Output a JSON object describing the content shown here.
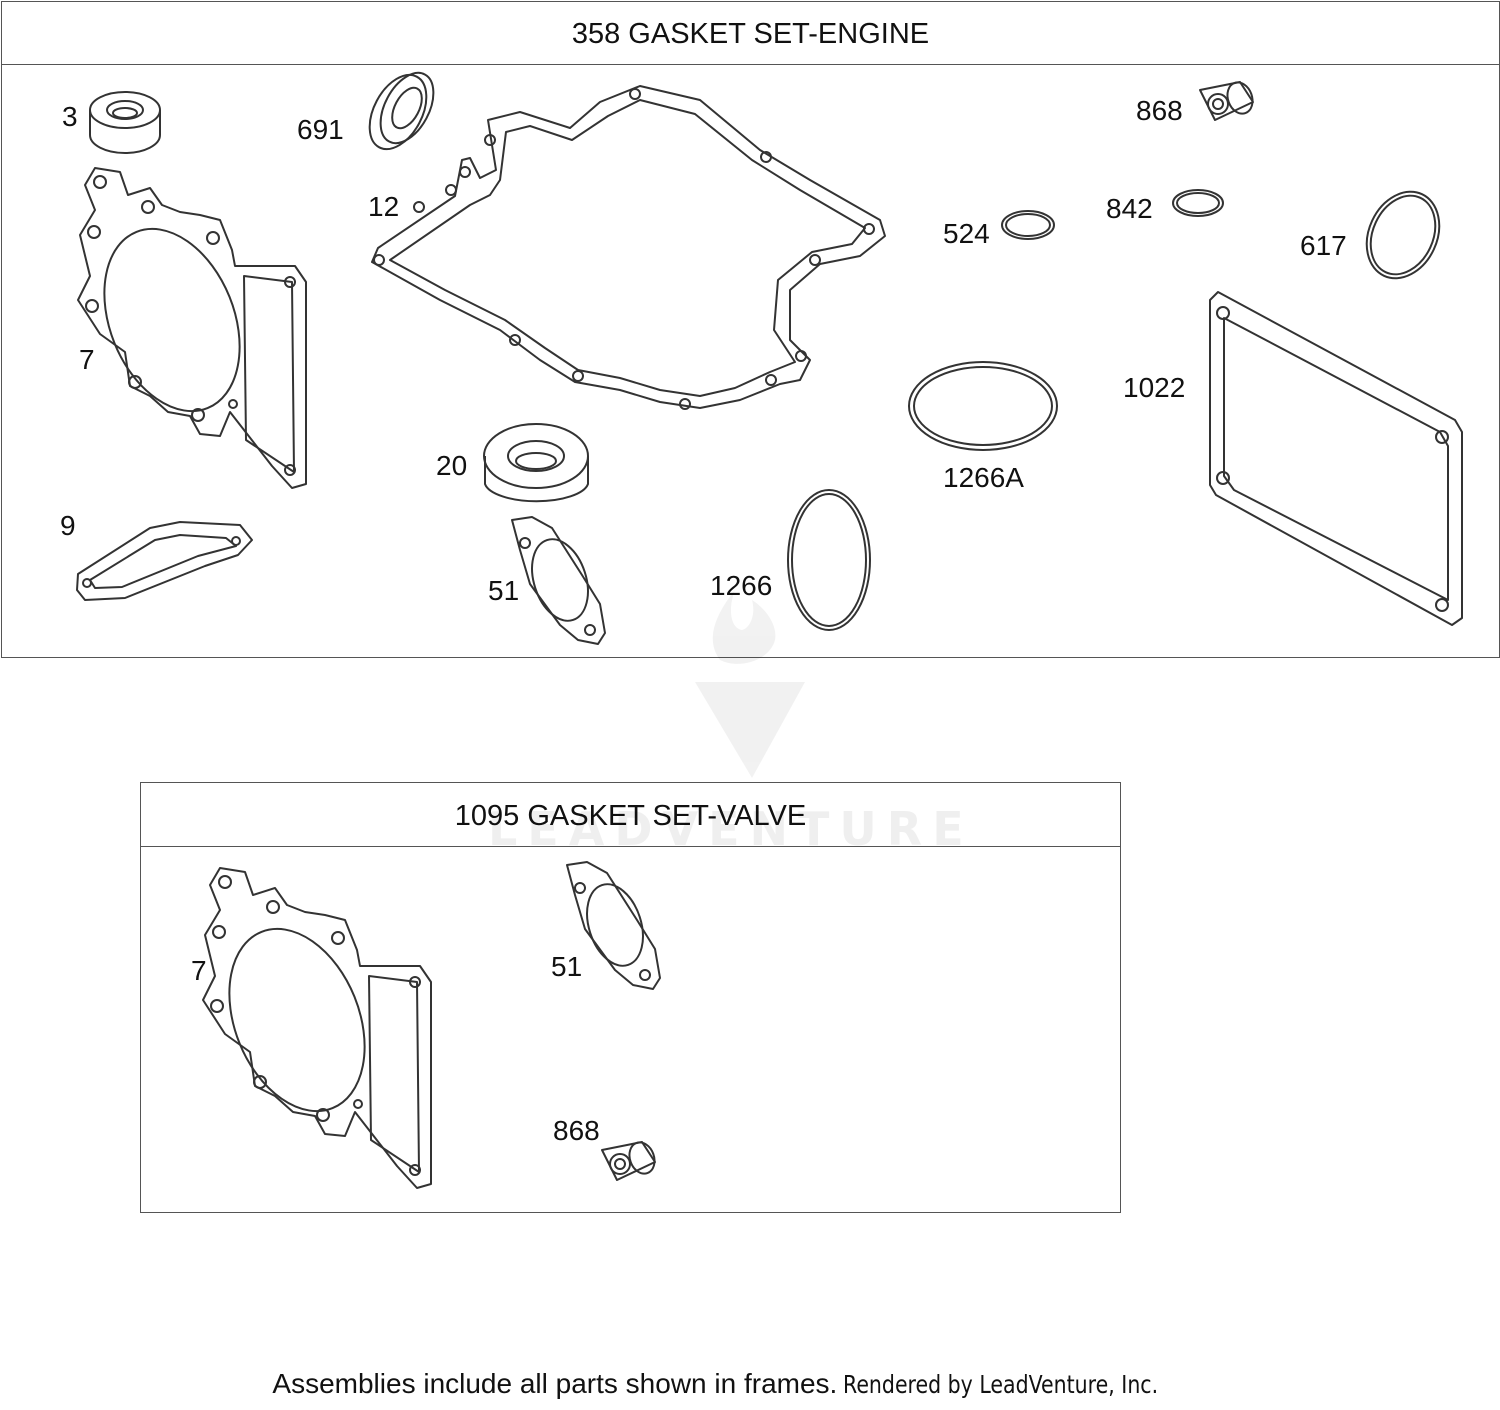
{
  "frames": {
    "engine": {
      "title": "358 GASKET SET-ENGINE"
    },
    "valve": {
      "title": "1095 GASKET SET-VALVE"
    }
  },
  "labels": {
    "p3": "3",
    "p691": "691",
    "p12": "12",
    "p868": "868",
    "p842": "842",
    "p524": "524",
    "p617": "617",
    "p7": "7",
    "p1022": "1022",
    "p1266a": "1266A",
    "p20": "20",
    "p9": "9",
    "p51": "51",
    "p1266": "1266",
    "v7": "7",
    "v51": "51",
    "v868": "868"
  },
  "watermark": "LEADVENTURE",
  "footer": {
    "note": "Assemblies include all parts shown in frames.",
    "credit": "Rendered by LeadVenture, Inc."
  }
}
